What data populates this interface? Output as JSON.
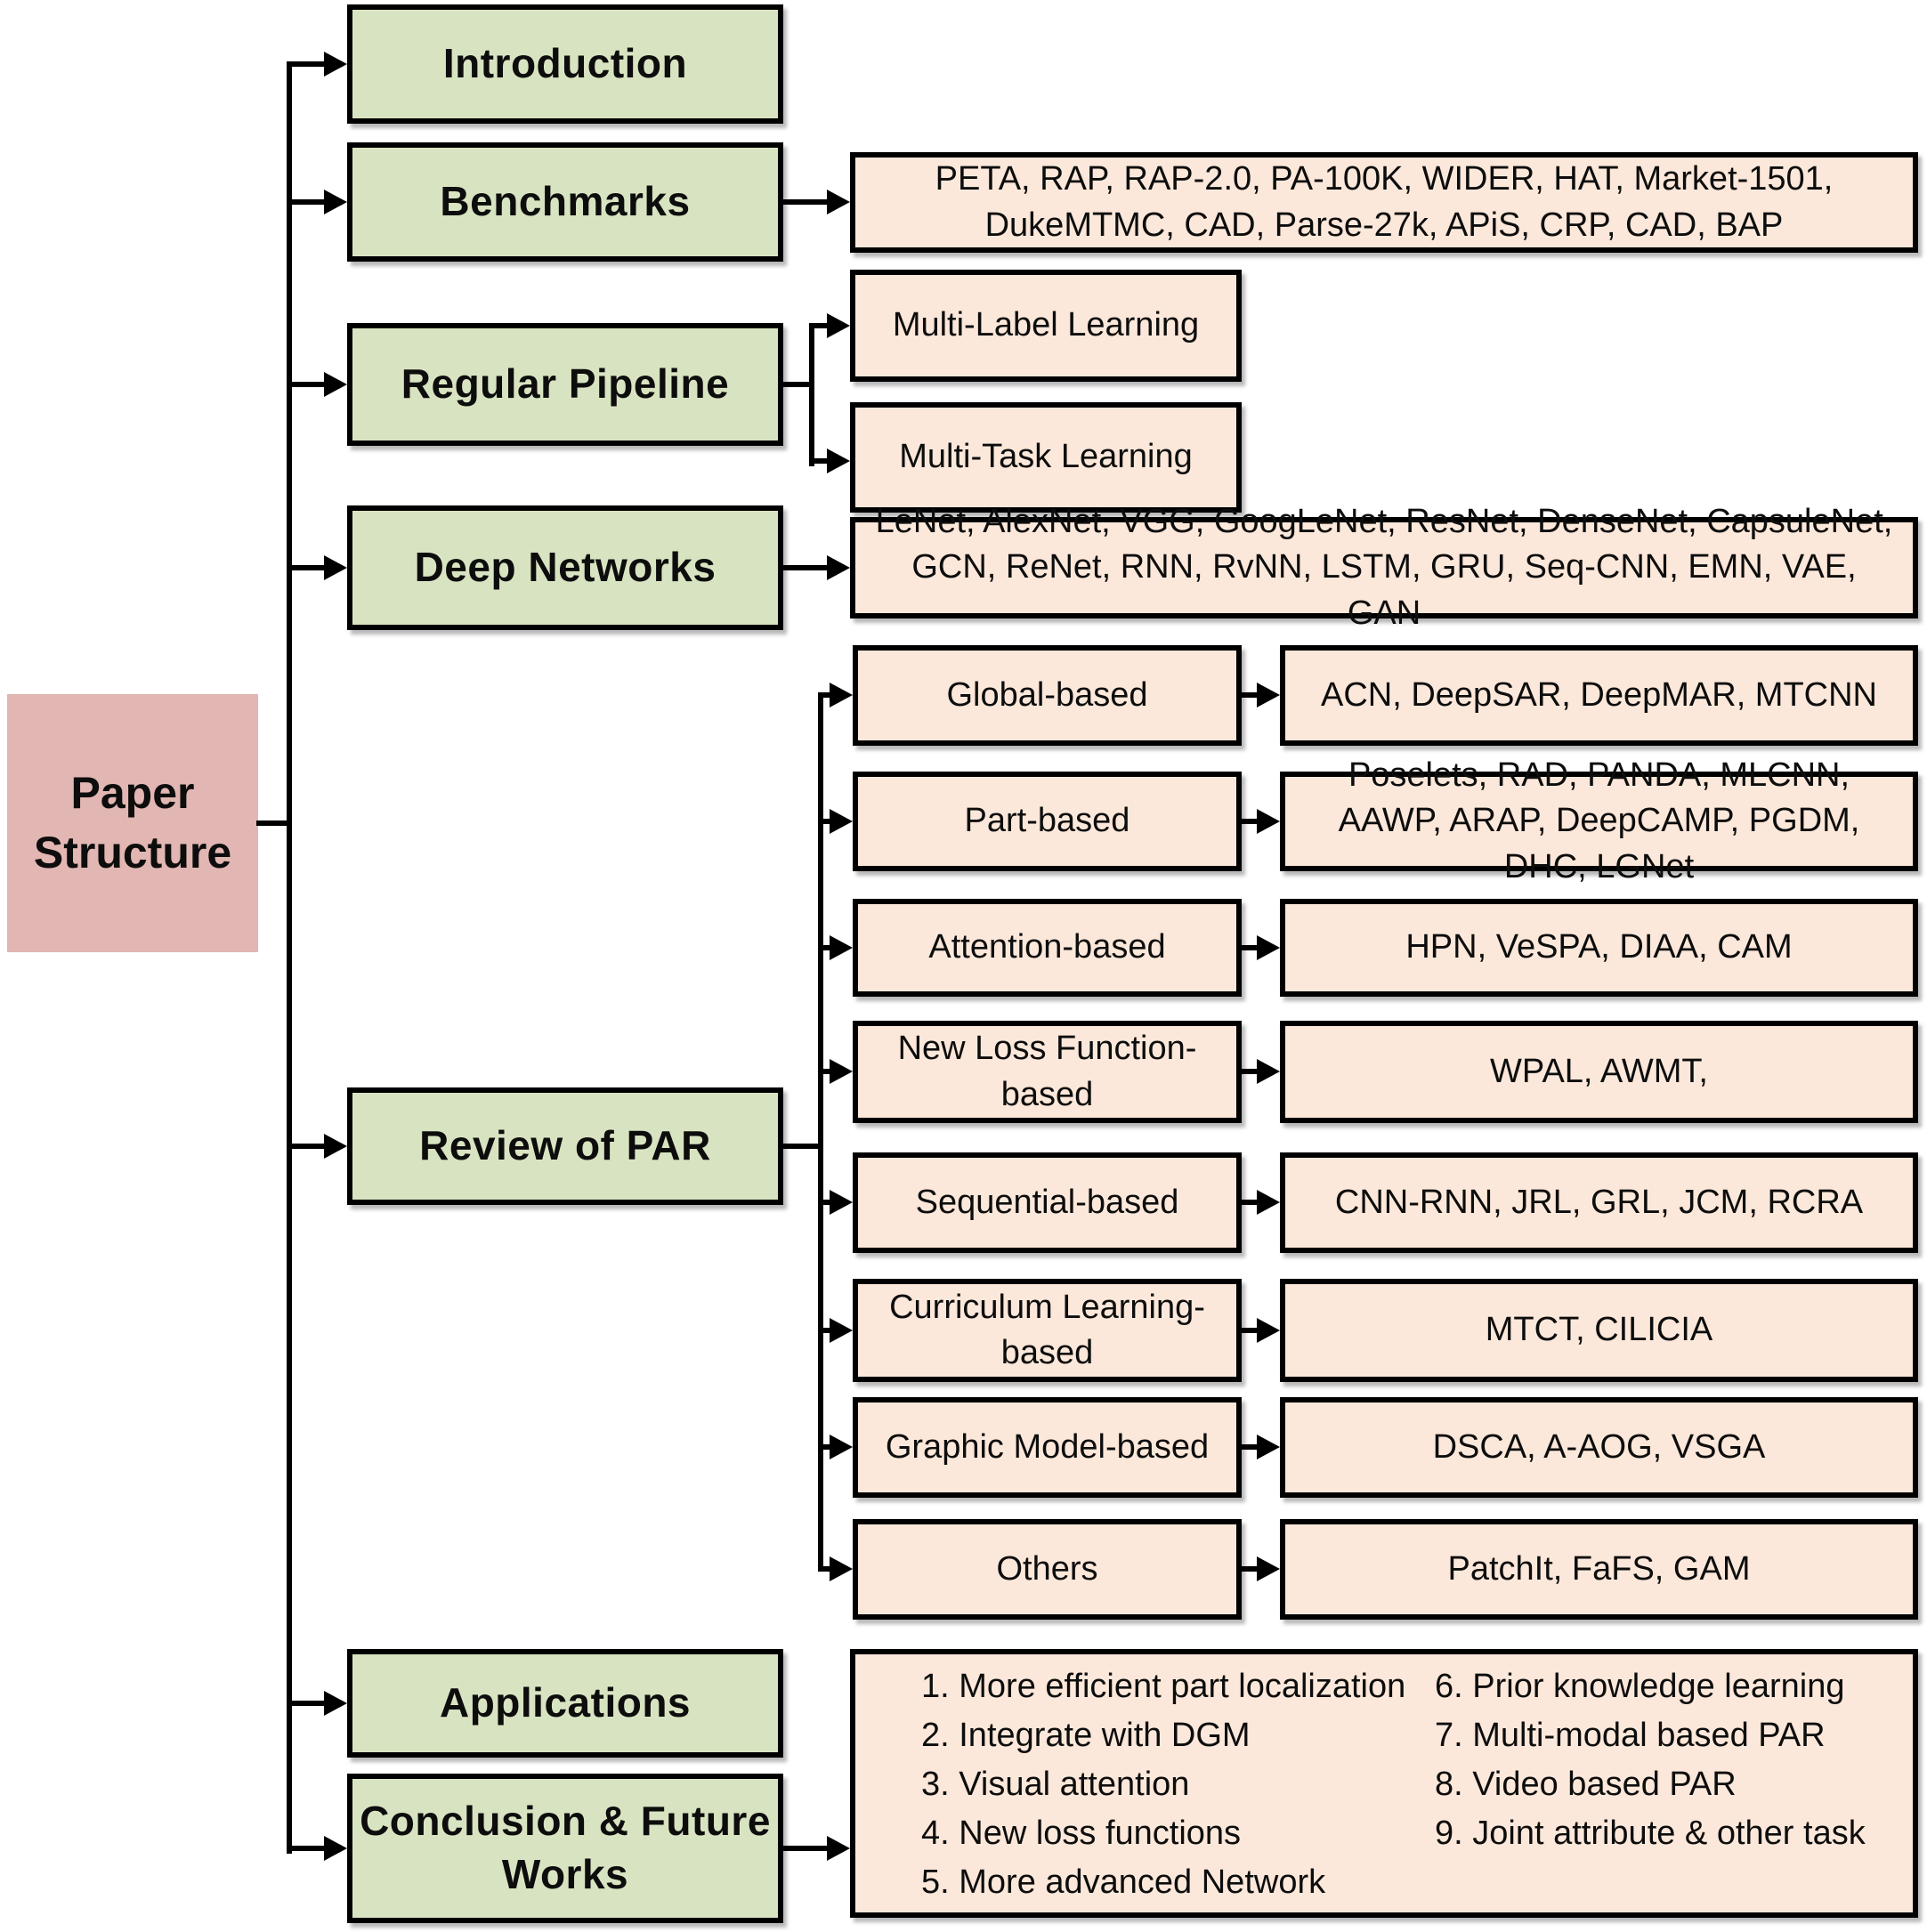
{
  "diagram": {
    "root_label": "Paper Structure",
    "nodes": {
      "introduction": "Introduction",
      "benchmarks": "Benchmarks",
      "benchmarks_list": "PETA, RAP, RAP-2.0, PA-100K, WIDER,  HAT, Market-1501, DukeMTMC, CAD, Parse-27k, APiS, CRP, CAD, BAP",
      "regular_pipeline": "Regular Pipeline",
      "multi_label_learning": "Multi-Label Learning",
      "multi_task_learning": "Multi-Task Learning",
      "deep_networks": "Deep Networks",
      "deep_networks_list": "LeNet, AlexNet, VGG, GoogLeNet, ResNet, DenseNet, CapsuleNet, GCN, ReNet, RNN, RvNN, LSTM, GRU, Seq-CNN, EMN, VAE, GAN",
      "review_of_par": "Review of PAR",
      "applications": "Applications",
      "conclusion": "Conclusion & Future Works"
    },
    "par_rows": [
      {
        "category": "Global-based",
        "methods": "ACN, DeepSAR, DeepMAR, MTCNN"
      },
      {
        "category": "Part-based",
        "methods": "Poselets, RAD, PANDA, MLCNN, AAWP, ARAP, DeepCAMP, PGDM, DHC, LGNet"
      },
      {
        "category": "Attention-based",
        "methods": "HPN, VeSPA, DIAA, CAM"
      },
      {
        "category": "New Loss Function-based",
        "methods": "WPAL, AWMT,"
      },
      {
        "category": "Sequential-based",
        "methods": "CNN-RNN, JRL, GRL, JCM, RCRA"
      },
      {
        "category": "Curriculum Learning-based",
        "methods": "MTCT, CILICIA"
      },
      {
        "category": "Graphic Model-based",
        "methods": "DSCA, A-AOG, VSGA"
      },
      {
        "category": "Others",
        "methods": "PatchIt, FaFS, GAM"
      }
    ],
    "future_works": {
      "column1": [
        "1. More efficient part localization",
        "2. Integrate with DGM",
        "3. Visual attention",
        "4. New loss functions",
        "5. More advanced Network"
      ],
      "column2": [
        "6. Prior knowledge learning",
        "7. Multi-modal based PAR",
        "8. Video based PAR",
        "9. Joint attribute & other task"
      ]
    },
    "colors": {
      "green": "#d8e4c1",
      "pink": "#e2b6b2",
      "peach": "#fce8da",
      "line": "#000000"
    }
  }
}
